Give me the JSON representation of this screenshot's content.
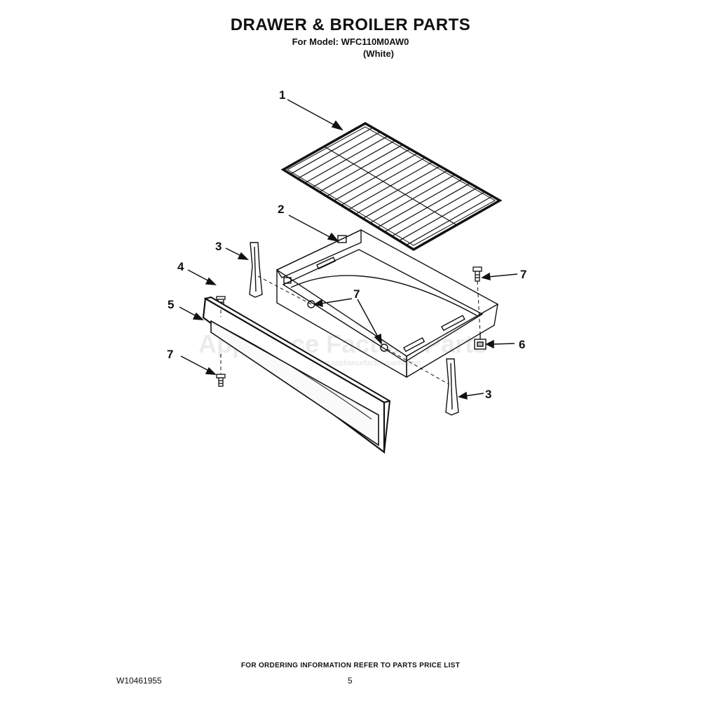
{
  "header": {
    "title": "DRAWER & BROILER PARTS",
    "model_line": "For Model: WFC110M0AW0",
    "variant": "(White)"
  },
  "callouts": {
    "rack": "1",
    "drawer": "2",
    "glide_left": "3",
    "stud": "4",
    "front_panel": "5",
    "screw_left": "7",
    "screw_drawer": "7",
    "screw_right": "7",
    "clip": "6",
    "glide_right": "3"
  },
  "watermark": {
    "brand": "Appliance Factory Parts",
    "url": "http://www.appliancefactoryparts.com"
  },
  "footer": {
    "ordering_note": "FOR ORDERING INFORMATION REFER TO PARTS PRICE LIST",
    "doc_number": "W10461955",
    "page_number": "5"
  }
}
